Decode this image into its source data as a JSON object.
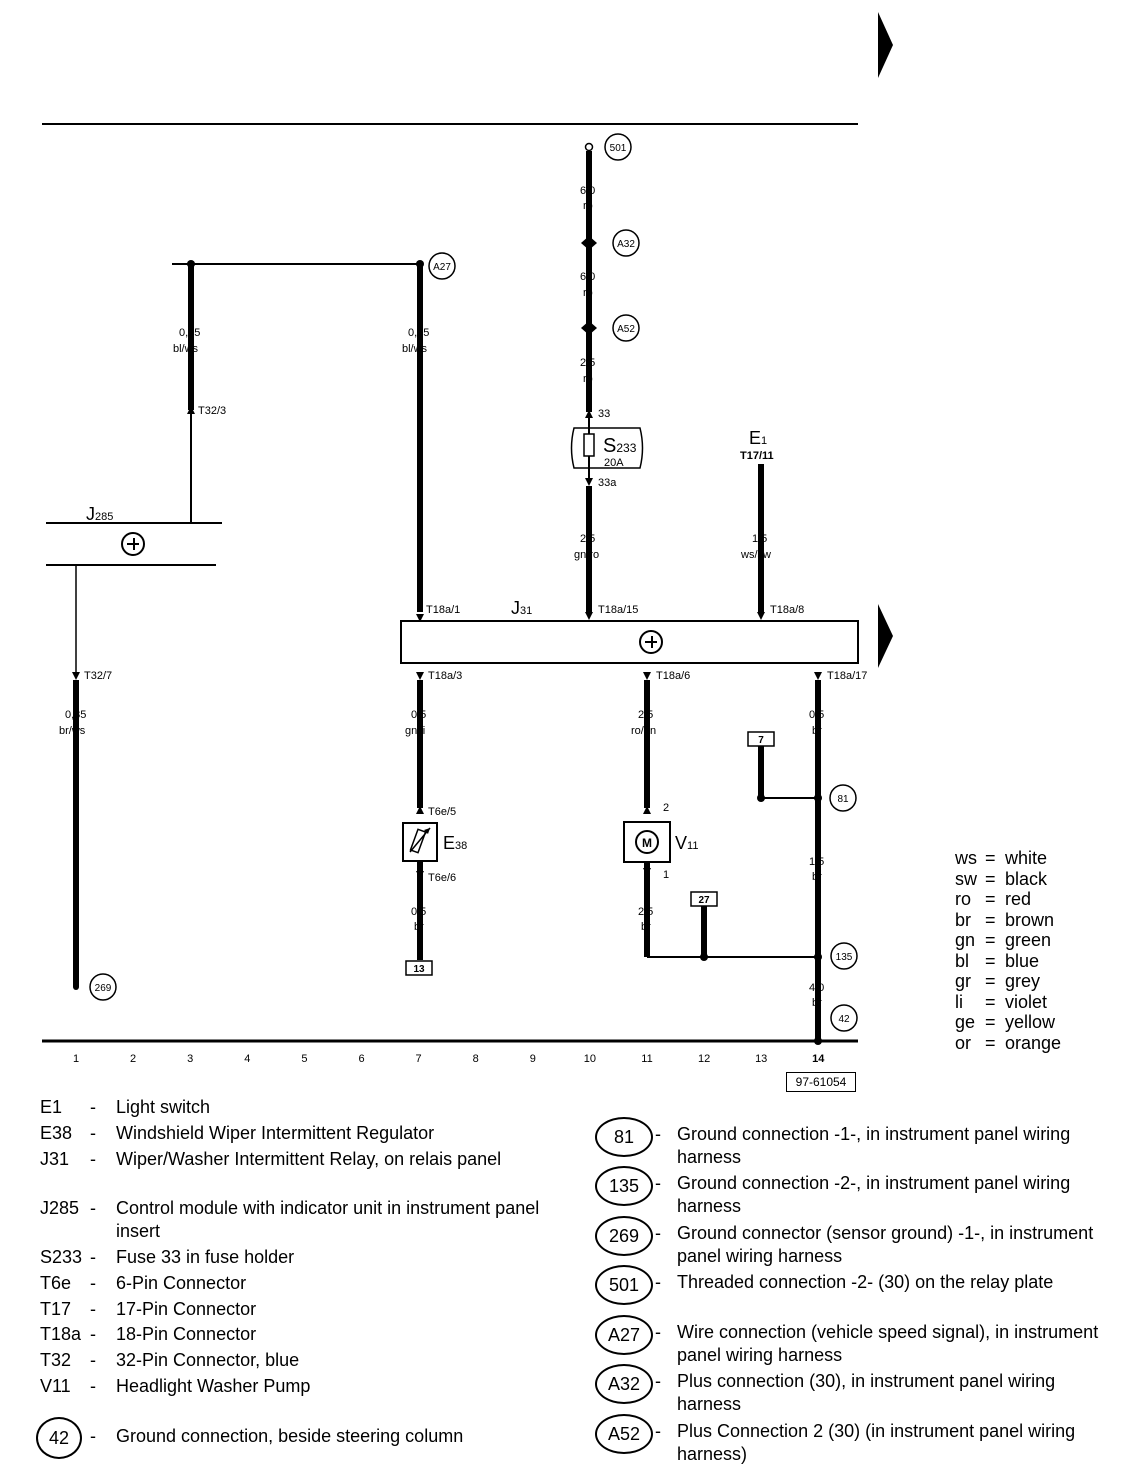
{
  "components": {
    "J285": "J",
    "J285_sub": "285",
    "J31": "J",
    "J31_sub": "31",
    "E38": "E",
    "E38_sub": "38",
    "V11": "V",
    "V11_sub": "11",
    "S233": "S",
    "S233_sub": "233",
    "S233_rating": "20A",
    "E1": "E",
    "E1_sub": "1",
    "E1_pin": "T17/11",
    "motor": "M"
  },
  "wires": {
    "w1_size": "0,35",
    "w1_color": "bl/ws",
    "w2_size": "0,35",
    "w2_color": "bl/ws",
    "w3_size": "6,0",
    "w3_color": "ro",
    "w4_size": "6,0",
    "w4_color": "ro",
    "w5_size": "2,5",
    "w5_color": "ro",
    "w6_size": "2,5",
    "w6_color": "gn/ro",
    "w7_size": "1,5",
    "w7_color": "ws/sw",
    "w8_size": "0,35",
    "w8_color": "br/ws",
    "w9_size": "0,5",
    "w9_color": "gn/li",
    "w10_size": "2,5",
    "w10_color": "ro/gn",
    "w11_size": "0,5",
    "w11_color": "br",
    "w12_size": "0,5",
    "w12_color": "br",
    "w13_size": "2,5",
    "w13_color": "br",
    "w14_size": "1,5",
    "w14_color": "br",
    "w15_size": "4,0",
    "w15_color": "br"
  },
  "pins": {
    "t32_3": "T32/3",
    "t32_7": "T32/7",
    "t18a_1": "T18a/1",
    "t18a_15": "T18a/15",
    "t18a_8": "T18a/8",
    "t18a_3": "T18a/3",
    "t18a_6": "T18a/6",
    "t18a_17": "T18a/17",
    "t6e_5": "T6e/5",
    "t6e_6": "T6e/6",
    "fuse_in": "33",
    "fuse_out": "33a",
    "motor_2": "2",
    "motor_1": "1"
  },
  "connections": {
    "c501": "501",
    "cA32": "A32",
    "cA52": "A52",
    "cA27": "A27",
    "c81": "81",
    "c135": "135",
    "c269": "269",
    "c42": "42",
    "box13": "13",
    "box7": "7",
    "box27": "27"
  },
  "grid": [
    "1",
    "2",
    "3",
    "4",
    "5",
    "6",
    "7",
    "8",
    "9",
    "10",
    "11",
    "12",
    "13",
    "14"
  ],
  "ref": "97-61054",
  "color_legend": [
    {
      "code": "ws",
      "name": "white"
    },
    {
      "code": "sw",
      "name": "black"
    },
    {
      "code": "ro",
      "name": "red"
    },
    {
      "code": "br",
      "name": "brown"
    },
    {
      "code": "gn",
      "name": "green"
    },
    {
      "code": "bl",
      "name": "blue"
    },
    {
      "code": "gr",
      "name": "grey"
    },
    {
      "code": "li",
      "name": "violet"
    },
    {
      "code": "ge",
      "name": "yellow"
    },
    {
      "code": "or",
      "name": "orange"
    }
  ],
  "abbreviations": [
    {
      "code": "E1",
      "desc": "Light switch"
    },
    {
      "code": "E38",
      "desc": "Windshield Wiper Intermittent Regulator"
    },
    {
      "code": "J31",
      "desc": "Wiper/Washer Intermittent Relay, on relais panel"
    },
    {
      "code": "J285",
      "desc": "Control module with indicator unit in instrument panel insert"
    },
    {
      "code": "S233",
      "desc": "Fuse 33 in fuse holder"
    },
    {
      "code": "T6e",
      "desc": "6-Pin Connector"
    },
    {
      "code": "T17",
      "desc": "17-Pin Connector"
    },
    {
      "code": "T18a",
      "desc": "18-Pin Connector"
    },
    {
      "code": "T32",
      "desc": "32-Pin Connector, blue"
    },
    {
      "code": "V11",
      "desc": "Headlight Washer Pump"
    }
  ],
  "ground_42": {
    "code": "42",
    "desc": "Ground connection, beside steering column"
  },
  "ground_notes": [
    {
      "code": "81",
      "desc": "Ground connection -1-, in instrument panel wiring harness"
    },
    {
      "code": "135",
      "desc": "Ground connection -2-, in instrument panel wiring harness"
    },
    {
      "code": "269",
      "desc": "Ground connector (sensor ground) -1-, in instrument panel wiring harness"
    },
    {
      "code": "501",
      "desc": "Threaded connection -2- (30) on the relay plate"
    },
    {
      "code": "A27",
      "desc": "Wire connection (vehicle speed signal), in instrument panel wiring harness"
    },
    {
      "code": "A32",
      "desc": "Plus connection (30), in instrument panel wiring harness"
    },
    {
      "code": "A52",
      "desc": "Plus Connection 2 (30) (in instrument panel wiring harness)"
    }
  ]
}
